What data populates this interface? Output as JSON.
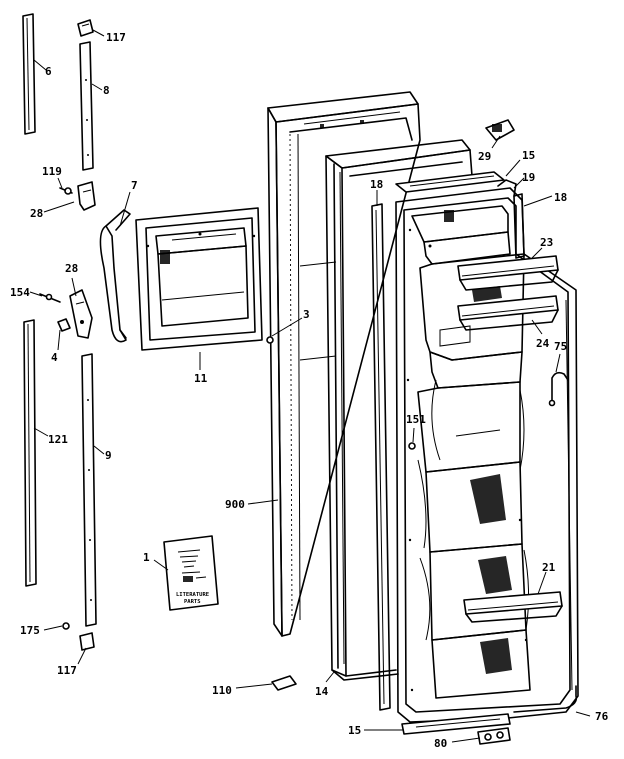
{
  "callouts": {
    "c117a": "117",
    "c6": "6",
    "c8": "8",
    "c7": "7",
    "c119": "119",
    "c28a": "28",
    "c28b": "28",
    "c154": "154",
    "c4": "4",
    "c121": "121",
    "c9": "9",
    "c1": "1",
    "c175": "175",
    "c117b": "117",
    "c11": "11",
    "c3": "3",
    "c900": "900",
    "c110": "110",
    "c14": "14",
    "c18a": "18",
    "c151": "151",
    "c29": "29",
    "c15a": "15",
    "c19": "19",
    "c18b": "18",
    "c23": "23",
    "c24": "24",
    "c75": "75",
    "c21": "21",
    "c15b": "15",
    "c80": "80",
    "c76": "76"
  },
  "literature": {
    "title": "LITERATURE",
    "subtitle": "PARTS"
  }
}
